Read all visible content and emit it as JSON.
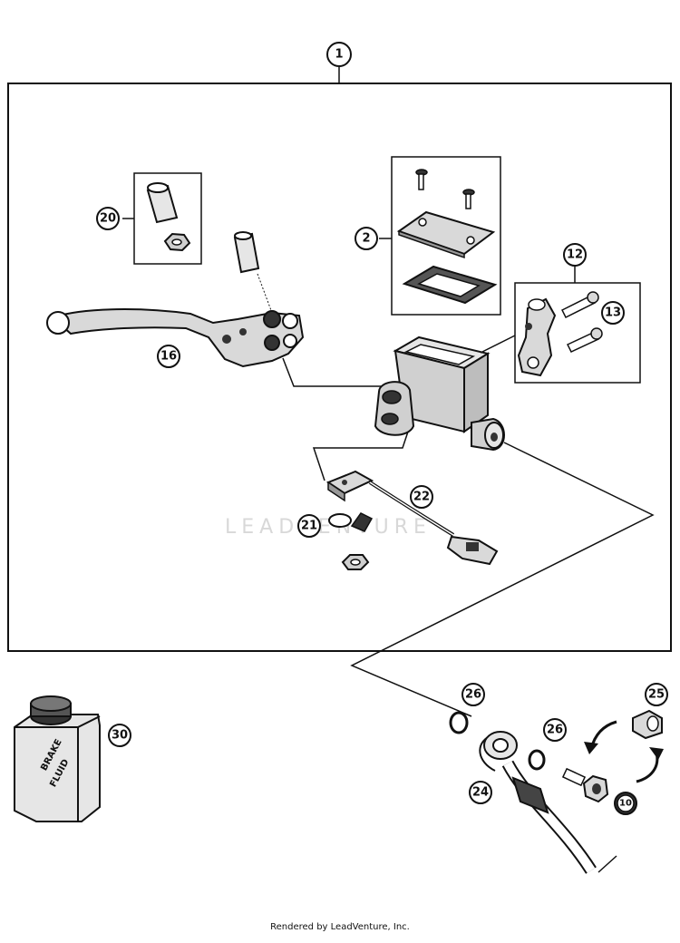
{
  "callouts": {
    "c1": "1",
    "c2": "2",
    "c12": "12",
    "c13": "13",
    "c16": "16",
    "c20": "20",
    "c21": "21",
    "c22": "22",
    "c24": "24",
    "c25": "25",
    "c26a": "26",
    "c26b": "26",
    "c30": "30",
    "c10": "10"
  },
  "can_label": {
    "line1": "BRAKE",
    "line2": "FLUID"
  },
  "watermark": "LEADVENTURE",
  "footer": "Rendered by LeadVenture, Inc.",
  "colors": {
    "line": "#111111",
    "part_fill": "#d9d9d9",
    "dark_fill": "#333333",
    "watermark": "#d8d8d8",
    "background": "#ffffff"
  }
}
